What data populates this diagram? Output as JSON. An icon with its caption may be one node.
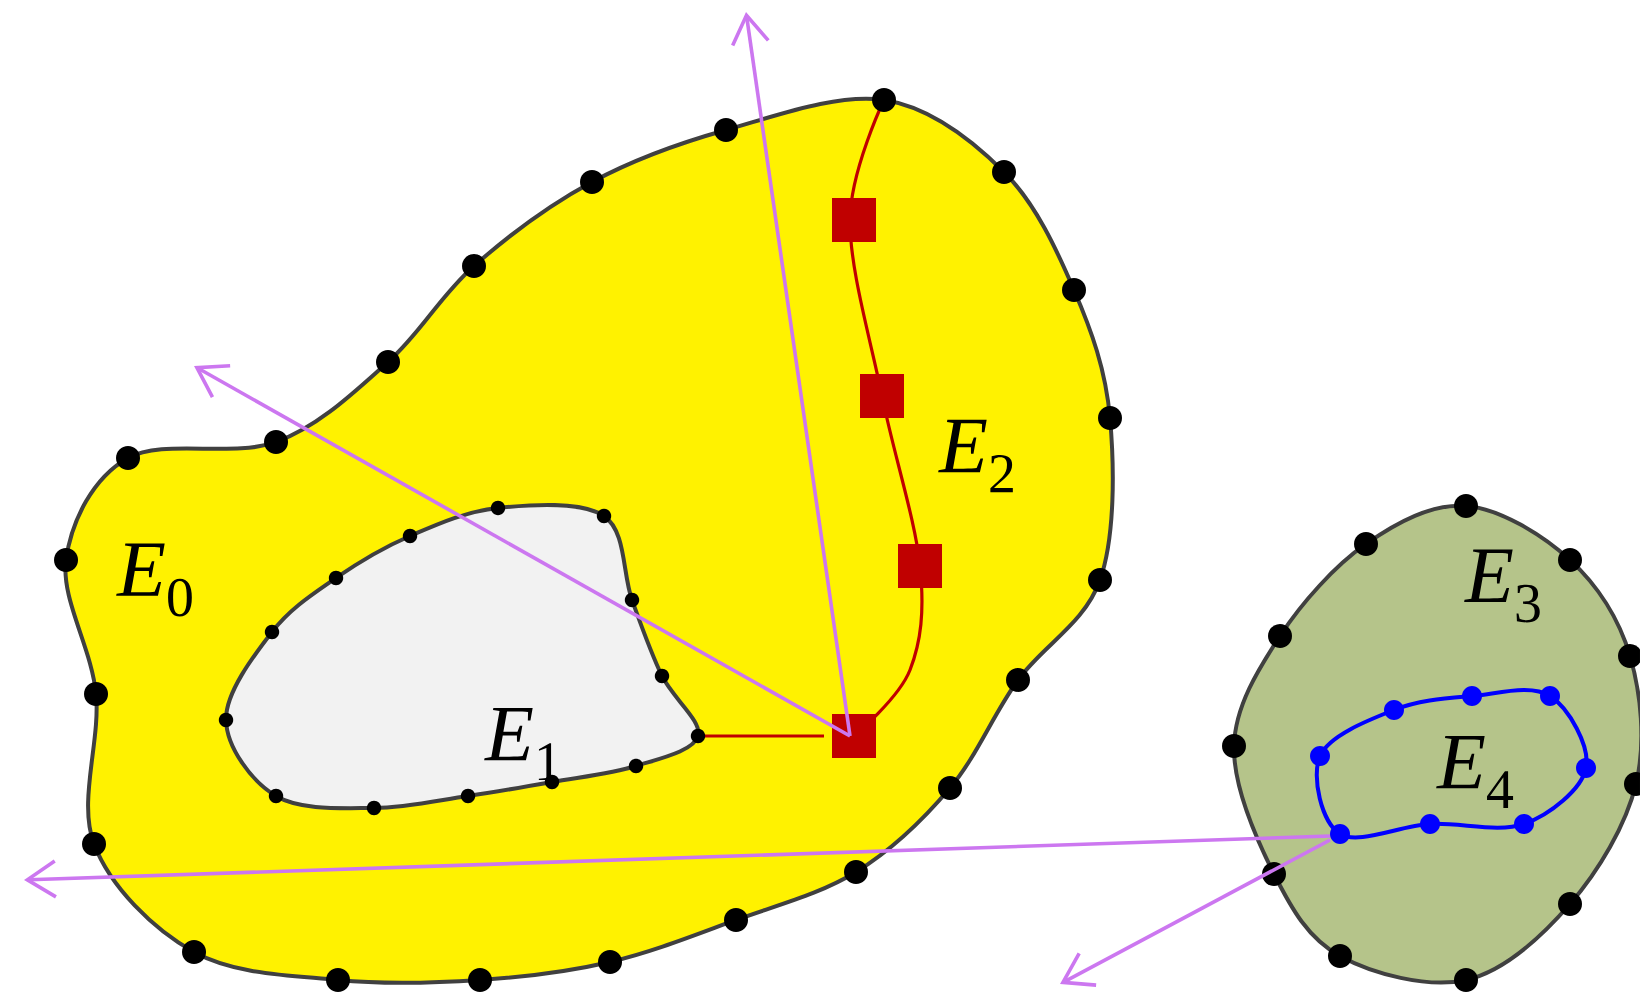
{
  "diagram": {
    "labels": [
      "*E*$_{0}$",
      "*E*$_{1}$",
      "*E*$_{2}$",
      "*E*$_{3}$",
      "*E*$_{4}$"
    ]
  }
}
